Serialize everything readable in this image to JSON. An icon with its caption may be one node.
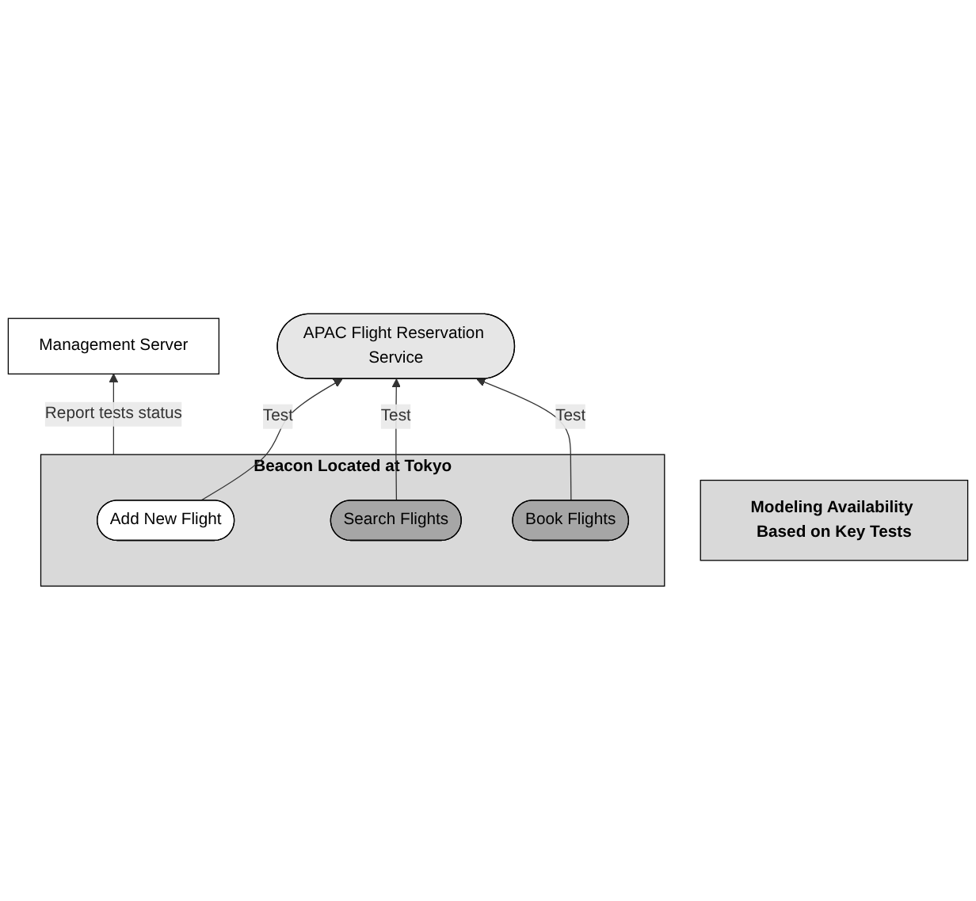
{
  "diagram": {
    "nodes": [
      {
        "text": [
          "APAC Flight Reservation Service"
        ]
      },
      {
        "text": [
          "Beacon Located at Tokyo"
        ]
      },
      {
        "text": [
          "Add New Flight"
        ],
        "in": 1
      },
      {
        "text": [
          "Search Flights"
        ],
        "in": 1
      },
      {
        "text": [
          "Book Flights"
        ],
        "in": 1
      },
      {
        "text": [
          "Management Server"
        ]
      },
      {
        "text": [
          "Modeling Availability Based on Key Tests"
        ]
      }
    ],
    "edges": [
      {
        "from": 2,
        "to": 0,
        "arrow": "to",
        "label": "Test"
      },
      {
        "from": 3,
        "to": 0,
        "arrow": "to",
        "label": "Test"
      },
      {
        "from": 4,
        "to": 0,
        "arrow": "to",
        "label": "Test"
      },
      {
        "from": 1,
        "to": 5,
        "arrow": "to",
        "label": "Report tests status"
      }
    ]
  }
}
